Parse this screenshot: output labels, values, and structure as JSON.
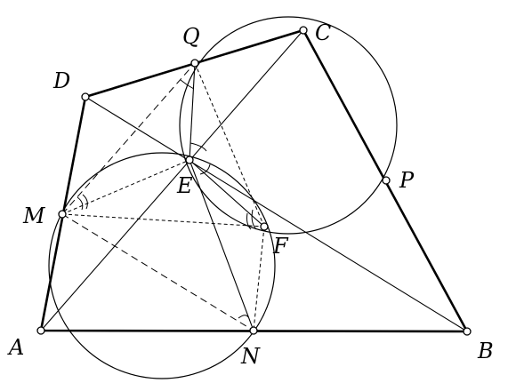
{
  "points": {
    "A": {
      "label": "A"
    },
    "B": {
      "label": "B"
    },
    "C": {
      "label": "C"
    },
    "D": {
      "label": "D"
    },
    "E": {
      "label": "E"
    },
    "F": {
      "label": "F"
    },
    "M": {
      "label": "M"
    },
    "N": {
      "label": "N"
    },
    "P": {
      "label": "P"
    },
    "Q": {
      "label": "Q"
    }
  },
  "colors": {
    "stroke": "#000000",
    "vertex_fill": "#ffffff",
    "background": "#ffffff"
  }
}
